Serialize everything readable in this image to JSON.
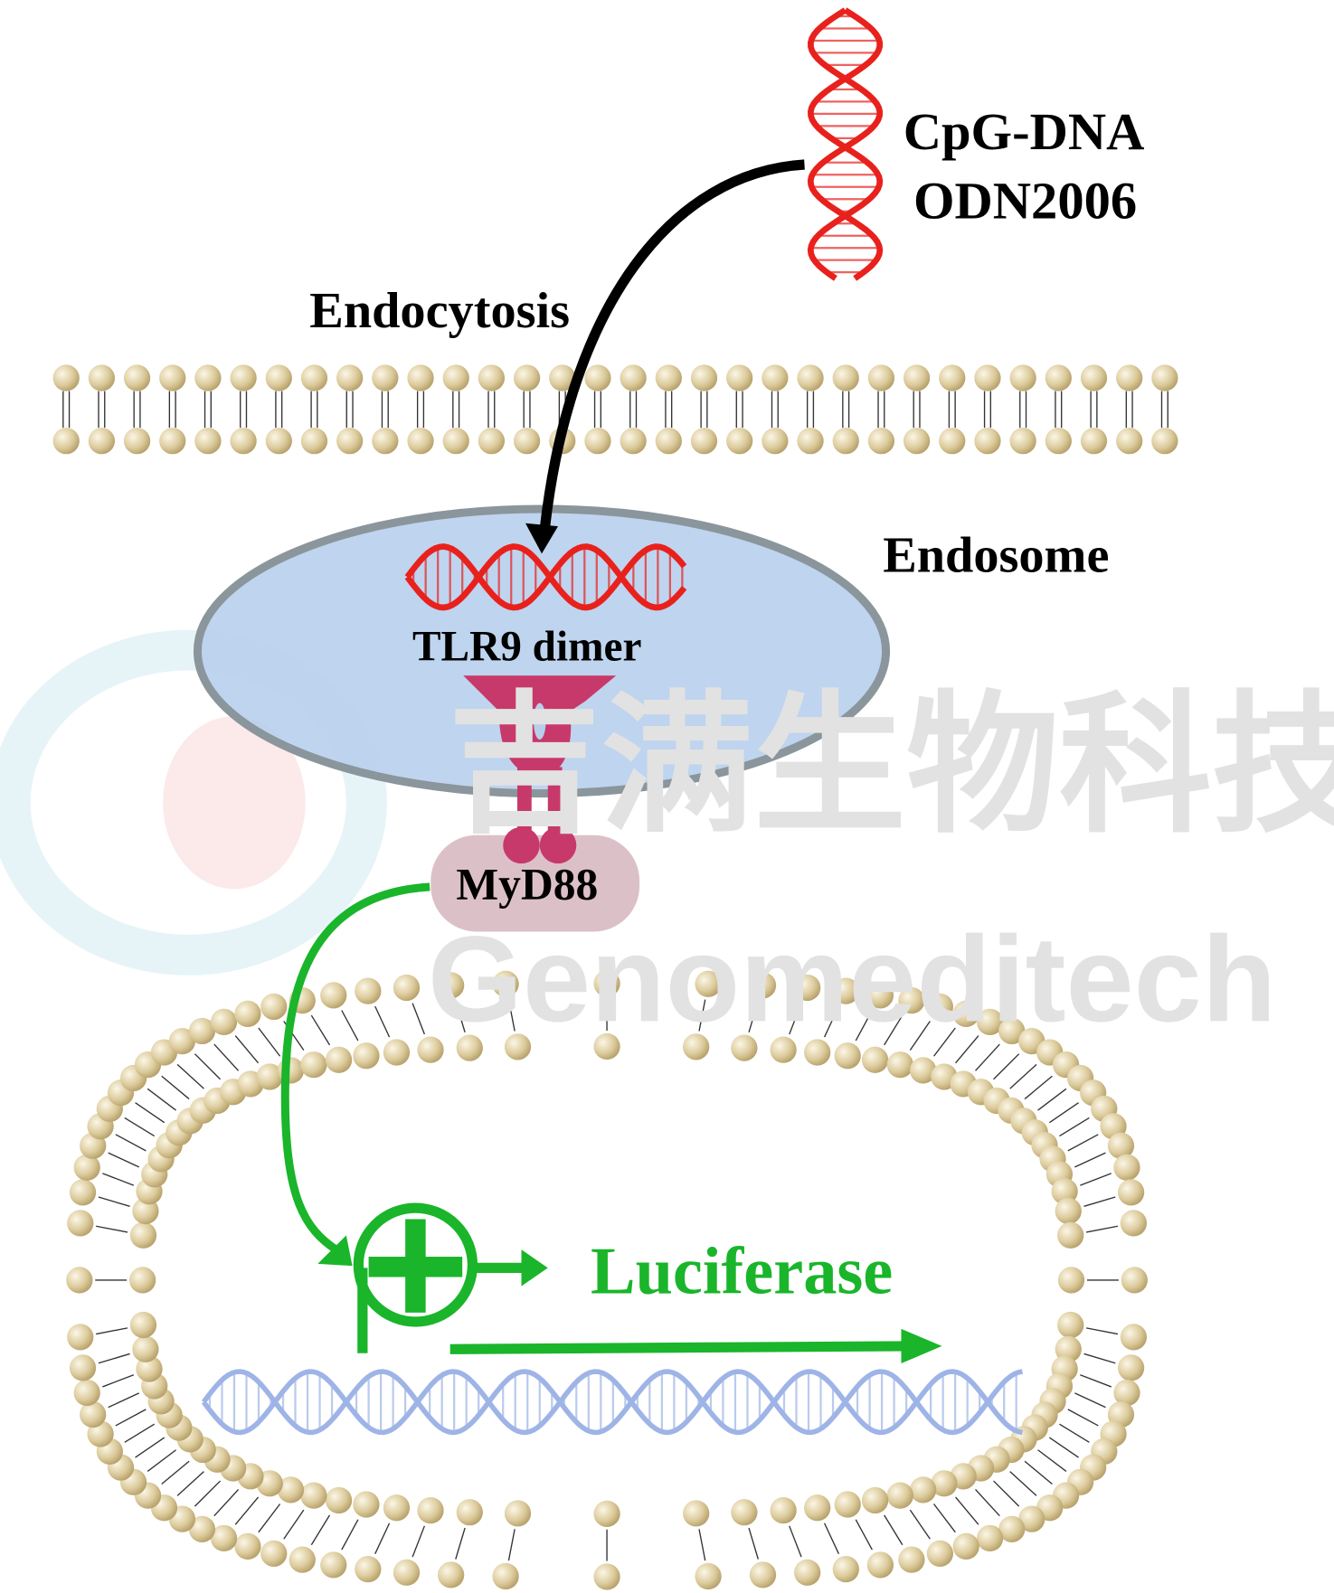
{
  "labels": {
    "ligand_line1": "CpG-DNA",
    "ligand_line2": "ODN2006",
    "endocytosis": "Endocytosis",
    "endosome": "Endosome",
    "receptor": "TLR9 dimer",
    "adaptor": "MyD88",
    "reporter": "Luciferase"
  },
  "watermark": {
    "chinese": "吉满生物科技",
    "english": "Genomeditech"
  },
  "colors": {
    "dna_red": "#e8211d",
    "dna_blue": "#9fb4e6",
    "signal_green": "#1ab52a",
    "endosome_fill": "#b8cfec",
    "receptor": "#c7396a",
    "lipid_head": "#d8c79a"
  }
}
